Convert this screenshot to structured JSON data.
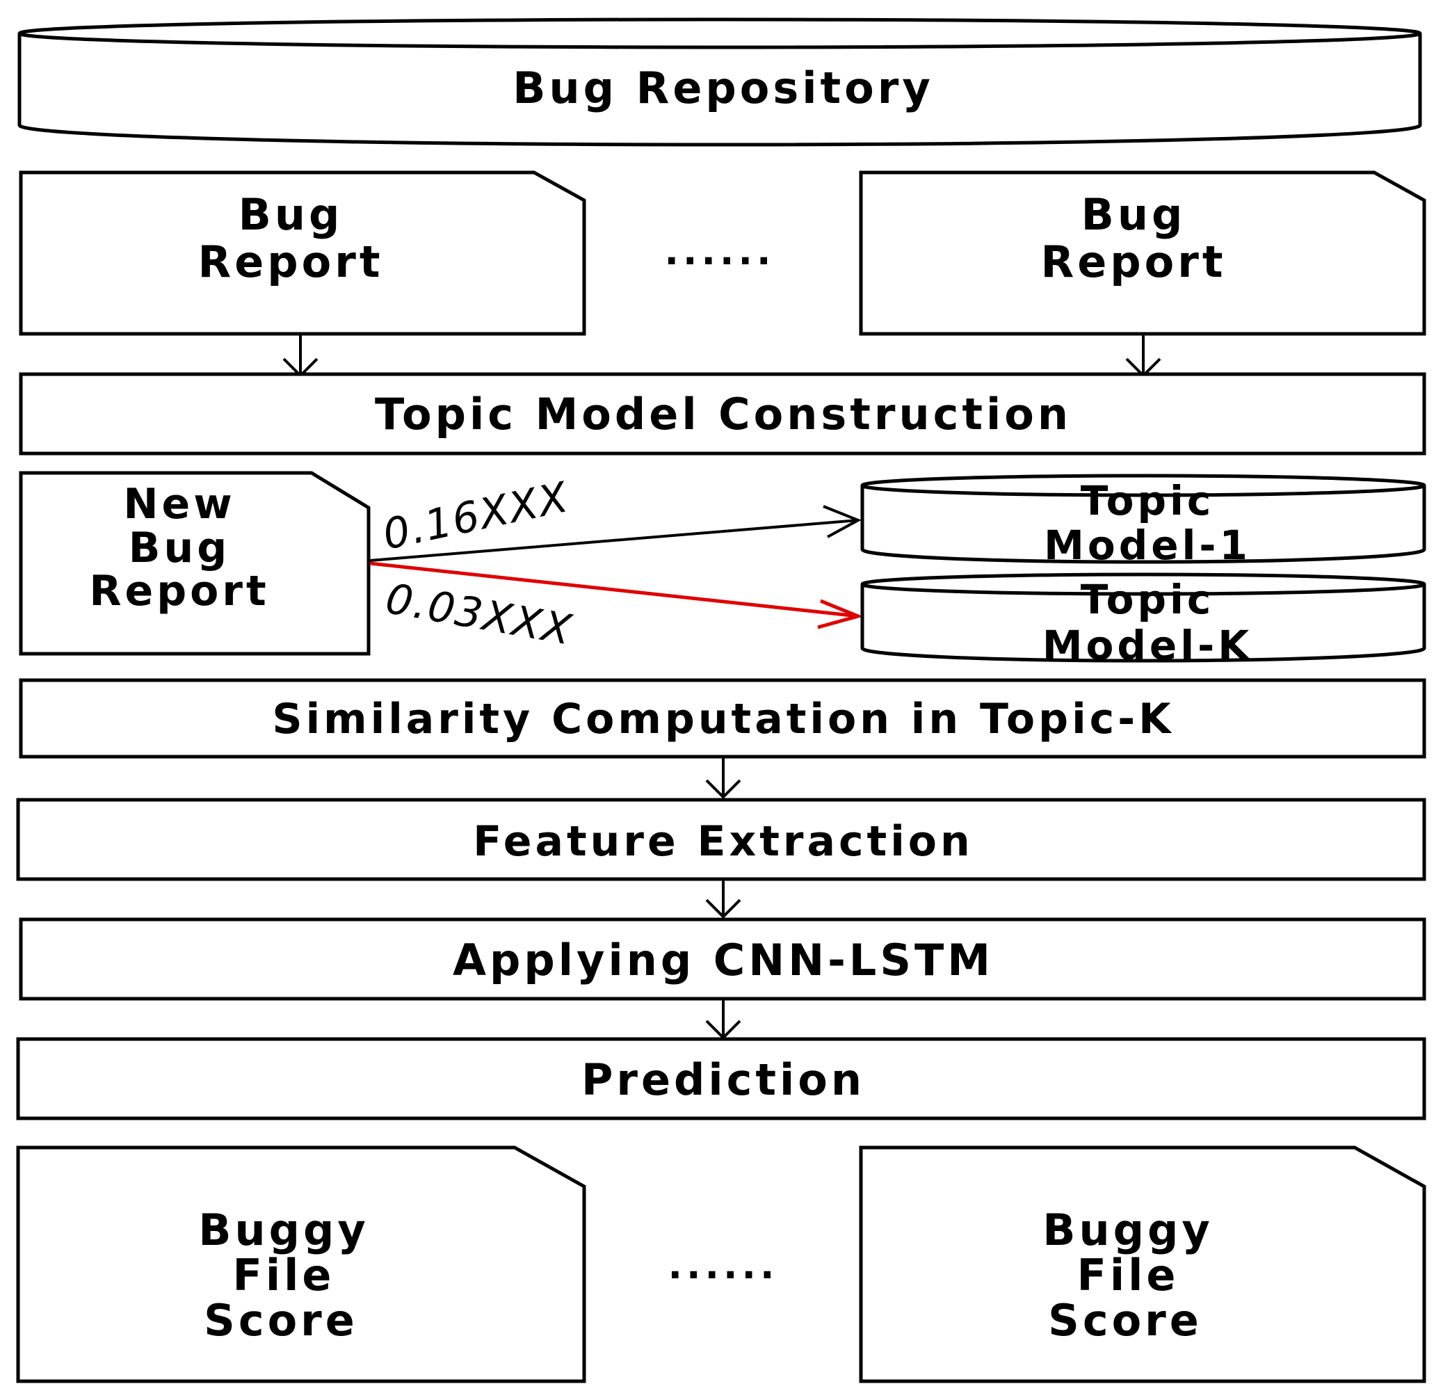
{
  "diagram": {
    "repository": {
      "label": "Bug Repository"
    },
    "bug_report_left": {
      "line1": "Bug",
      "line2": "Report"
    },
    "bug_report_right": {
      "line1": "Bug",
      "line2": "Report"
    },
    "ellipsis_top": "......",
    "topic_model_construction": {
      "label": "Topic Model Construction"
    },
    "new_bug_report": {
      "line1": "New",
      "line2": "Bug",
      "line3": "Report"
    },
    "topic_model_1": {
      "line1": "Topic",
      "line2": "Model-1"
    },
    "topic_model_k": {
      "line1": "Topic",
      "line2": "Model-K"
    },
    "edge_model_1": {
      "label": "0.16XXX",
      "color": "#000000"
    },
    "edge_model_k": {
      "label": "0.03XXX",
      "color": "#e00000"
    },
    "similarity_computation": {
      "label": "Similarity Computation in Topic-K"
    },
    "feature_extraction": {
      "label": "Feature Extraction"
    },
    "applying_cnn_lstm": {
      "label": "Applying CNN-LSTM"
    },
    "prediction": {
      "label": "Prediction"
    },
    "score_left": {
      "line1": "Buggy",
      "line2": "File",
      "line3": "Score"
    },
    "score_right": {
      "line1": "Buggy",
      "line2": "File",
      "line3": "Score"
    },
    "ellipsis_bottom": "......"
  }
}
